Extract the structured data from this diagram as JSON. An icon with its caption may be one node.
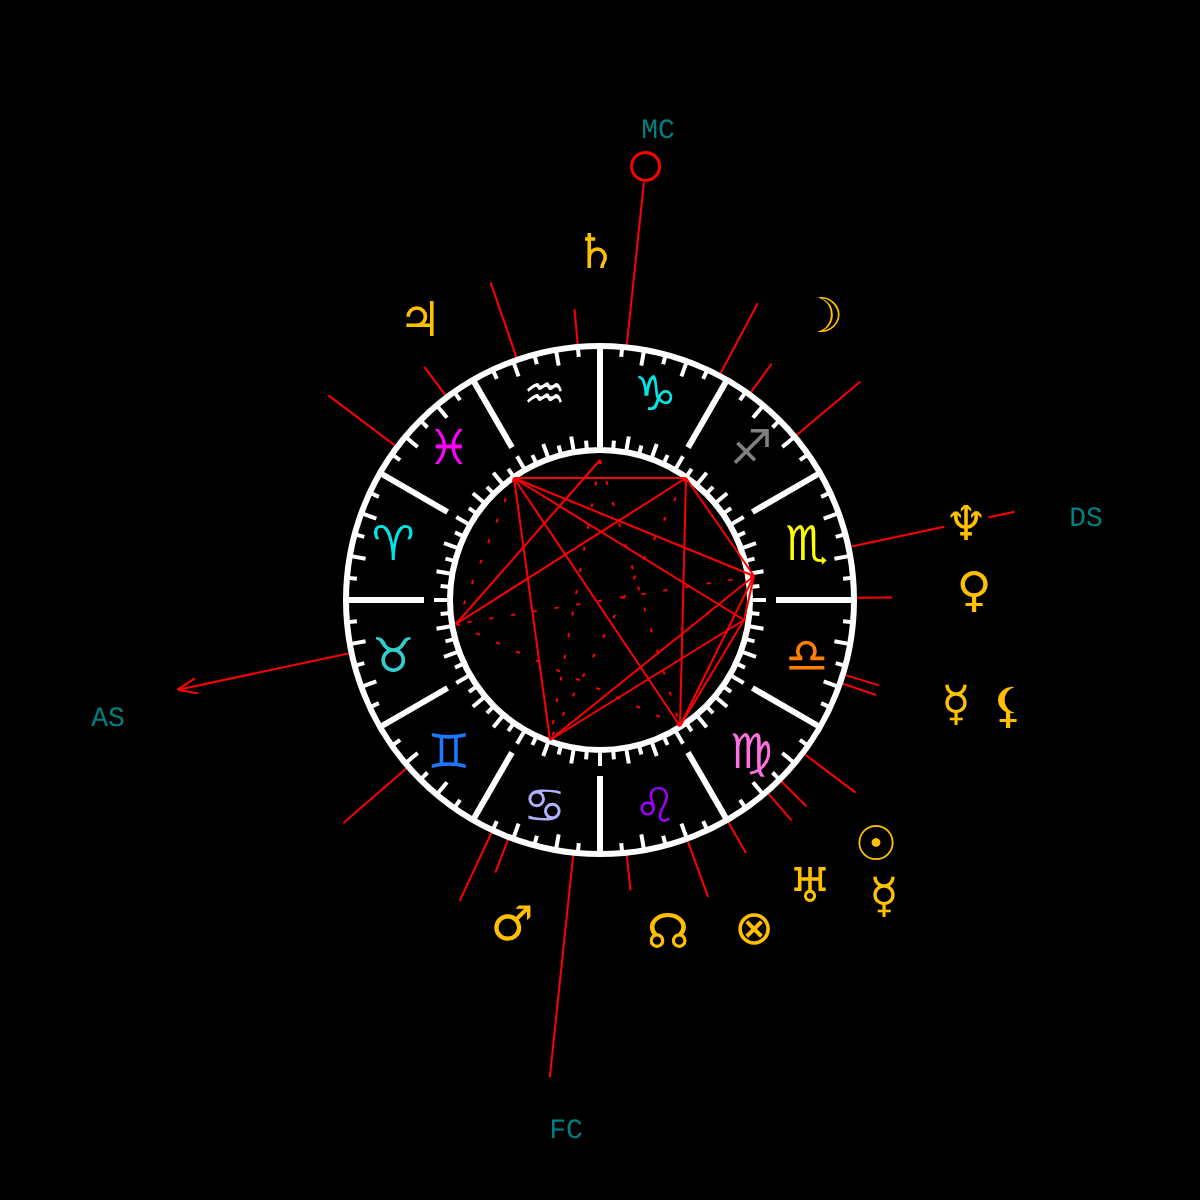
{
  "diagram": {
    "labels": [
      "MC",
      "♄",
      "♃",
      "☽",
      "♒",
      "♑",
      "♓",
      "♐",
      "♈",
      "♏",
      "♆",
      "DS",
      "♀",
      "♉",
      "♎",
      "AS",
      "☿",
      "⚸",
      "♊",
      "♍",
      "♋",
      "♌",
      "☉",
      "♅",
      "☿",
      "♂",
      "☊",
      "⊗",
      "FC"
    ]
  }
}
